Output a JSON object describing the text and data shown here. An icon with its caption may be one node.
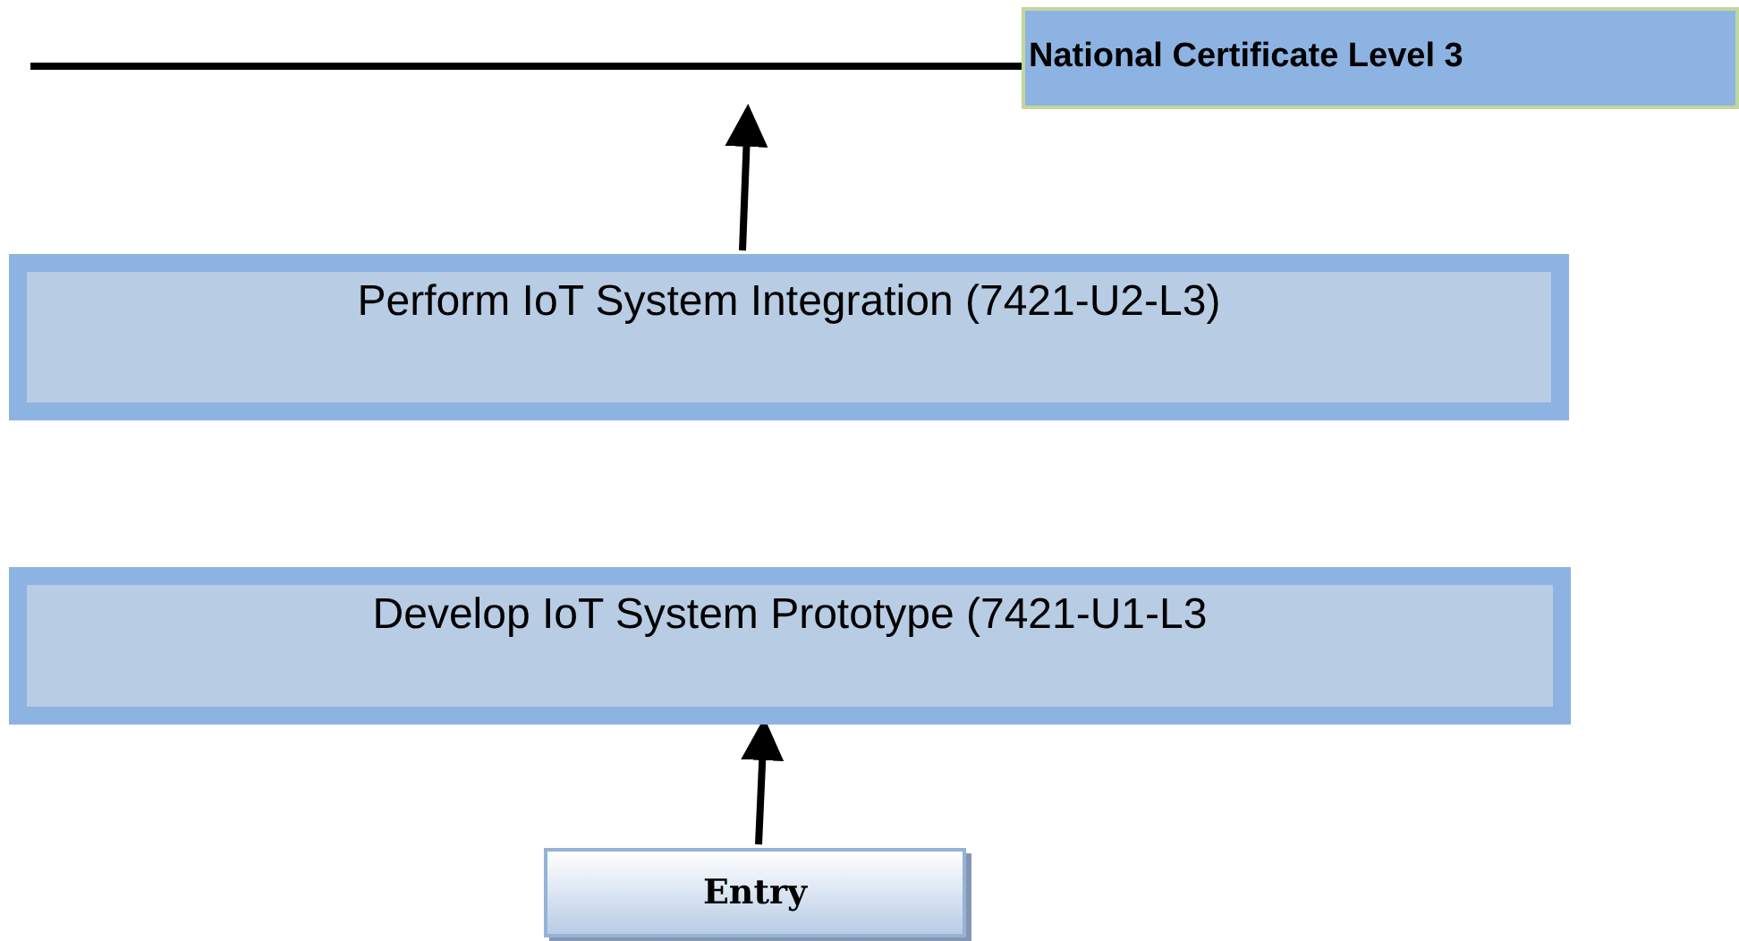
{
  "diagram": {
    "nodes": [
      {
        "text": [
          "National Certificate Level 3"
        ]
      },
      {
        "text": [
          "Perform IoT System Integration (7421-U2-L3)"
        ]
      },
      {
        "text": [
          "Develop IoT System Prototype (7421-U1-L3"
        ]
      },
      {
        "text": [
          "Entry"
        ]
      }
    ],
    "edges": [
      {
        "from": null,
        "to": 0,
        "arrow": "none"
      },
      {
        "from": 1,
        "to": null,
        "arrow": "to"
      },
      {
        "from": 3,
        "to": 2,
        "arrow": "to"
      }
    ]
  }
}
